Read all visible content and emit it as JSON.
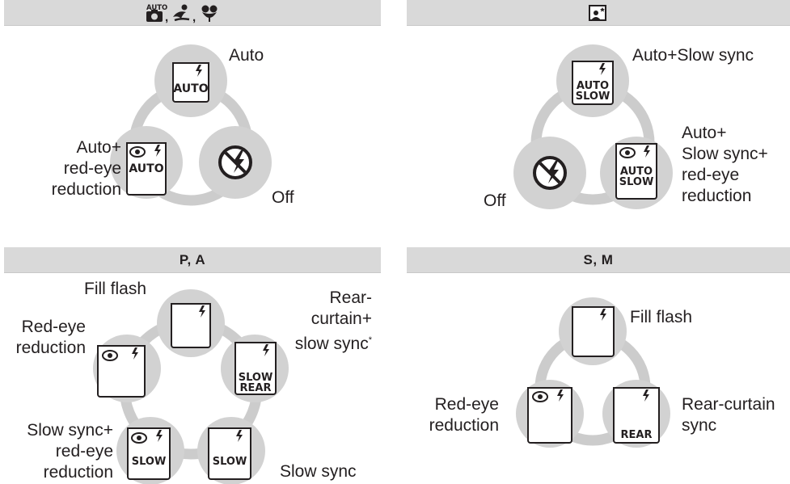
{
  "panels": [
    {
      "id": "auto-modes",
      "header": {
        "title": "",
        "icons": [
          "auto-camera-icon",
          "child-icon",
          "close-up-icon"
        ],
        "separator": ","
      },
      "labels": {
        "auto": "Auto",
        "auto_red_eye": [
          "Auto+",
          "red-eye",
          "reduction"
        ],
        "off": "Off"
      },
      "button_text": {
        "auto": "AUTO",
        "auto_red_eye": "AUTO"
      }
    },
    {
      "id": "night-portrait",
      "header": {
        "title": "",
        "icons": [
          "night-portrait-icon"
        ]
      },
      "labels": {
        "auto_slow": "Auto+Slow sync",
        "auto_slow_red_eye": [
          "Auto+",
          "Slow sync+",
          "red-eye",
          "reduction"
        ],
        "off": "Off"
      },
      "button_text": {
        "auto_slow": [
          "AUTO",
          "SLOW"
        ],
        "auto_slow_red_eye": [
          "AUTO",
          "SLOW"
        ]
      }
    },
    {
      "id": "p-a-modes",
      "header": {
        "title": "P, A"
      },
      "labels": {
        "fill_flash": "Fill flash",
        "rear_curtain_slow": [
          "Rear-",
          "curtain+",
          "slow sync"
        ],
        "asterisk": "*",
        "red_eye": [
          "Red-eye",
          "reduction"
        ],
        "slow_red_eye": [
          "Slow sync+",
          "red-eye",
          "reduction"
        ],
        "slow_sync": "Slow sync"
      },
      "button_text": {
        "rear_slow": [
          "SLOW",
          "REAR"
        ],
        "slow_red_eye": "SLOW",
        "slow": "SLOW"
      }
    },
    {
      "id": "s-m-modes",
      "header": {
        "title": "S, M"
      },
      "labels": {
        "fill_flash": "Fill flash",
        "red_eye": [
          "Red-eye",
          "reduction"
        ],
        "rear_curtain": [
          "Rear-curtain",
          "sync"
        ]
      },
      "button_text": {
        "rear": "REAR"
      }
    }
  ],
  "colors": {
    "header_bg": "#d9d9d9",
    "ring": "#cccccc",
    "circle": "#d2d2d2",
    "icon_fill": "#ffffff",
    "ink": "#231f20"
  }
}
